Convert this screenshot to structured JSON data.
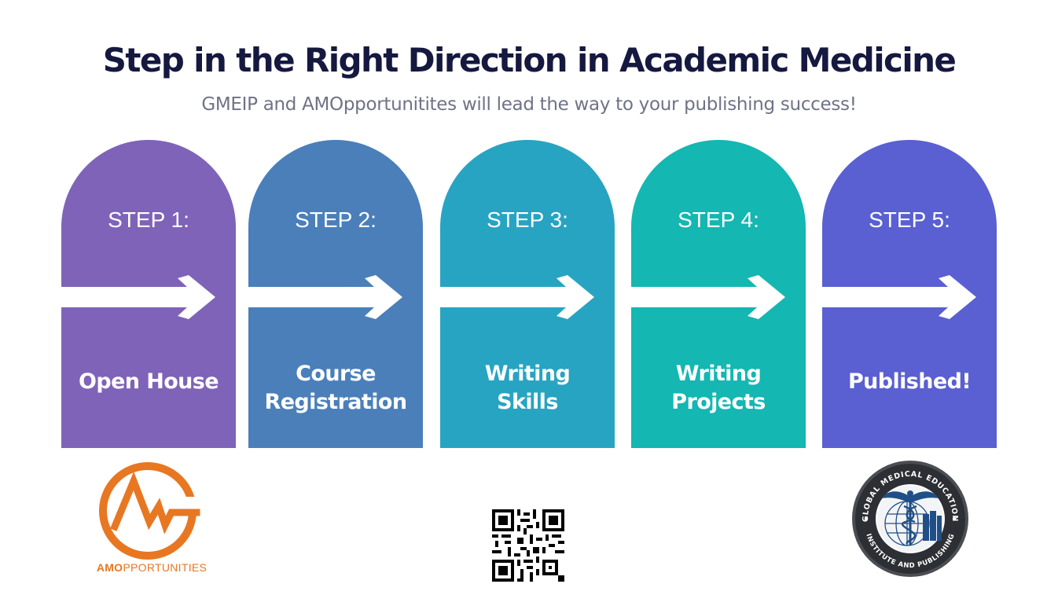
{
  "header": {
    "title": "Step in the Right Direction in Academic Medicine",
    "subtitle": "GMEIP and AMOpportunitites will lead the way to your publishing success!"
  },
  "steps": [
    {
      "label": "STEP 1:",
      "name_lines": [
        "Open House"
      ],
      "color": "#7f63b8"
    },
    {
      "label": "STEP 2:",
      "name_lines": [
        "Course",
        "Registration"
      ],
      "color": "#4a7fba"
    },
    {
      "label": "STEP 3:",
      "name_lines": [
        "Writing",
        "Skills"
      ],
      "color": "#27a4c2"
    },
    {
      "label": "STEP 4:",
      "name_lines": [
        "Writing",
        "Projects"
      ],
      "color": "#14b7b1"
    },
    {
      "label": "STEP 5:",
      "name_lines": [
        "Published!"
      ],
      "color": "#5a5fd2"
    }
  ],
  "logos": {
    "amo": {
      "text_bold": "AMO",
      "text_rest": "PPORTUNITIES",
      "color": "#e87722"
    },
    "seal": {
      "top_text": "GLOBAL MEDICAL EDUCATION",
      "bottom_text": "INSTITUTE AND PUBLISHING"
    },
    "qr_icon": "qr-code-icon"
  }
}
